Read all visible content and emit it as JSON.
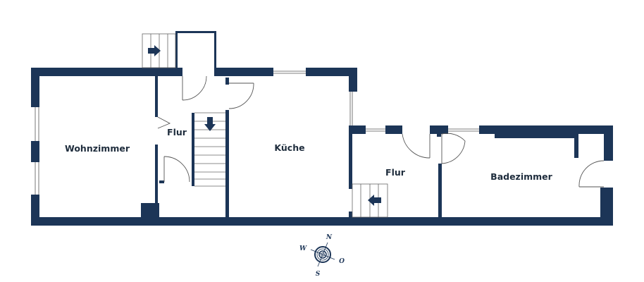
{
  "colors": {
    "wall": "#1c3557",
    "line": "#4a4a4a",
    "background": "#ffffff",
    "label": "#1f2d3d"
  },
  "rooms": [
    {
      "id": "wohnzimmer",
      "label": "Wohnzimmer"
    },
    {
      "id": "flur-1",
      "label": "Flur"
    },
    {
      "id": "kueche",
      "label": "Küche"
    },
    {
      "id": "flur-2",
      "label": "Flur"
    },
    {
      "id": "badezimmer",
      "label": "Badezimmer"
    }
  ],
  "compass": {
    "north": "N",
    "west": "W",
    "east": "O",
    "south": "S"
  }
}
